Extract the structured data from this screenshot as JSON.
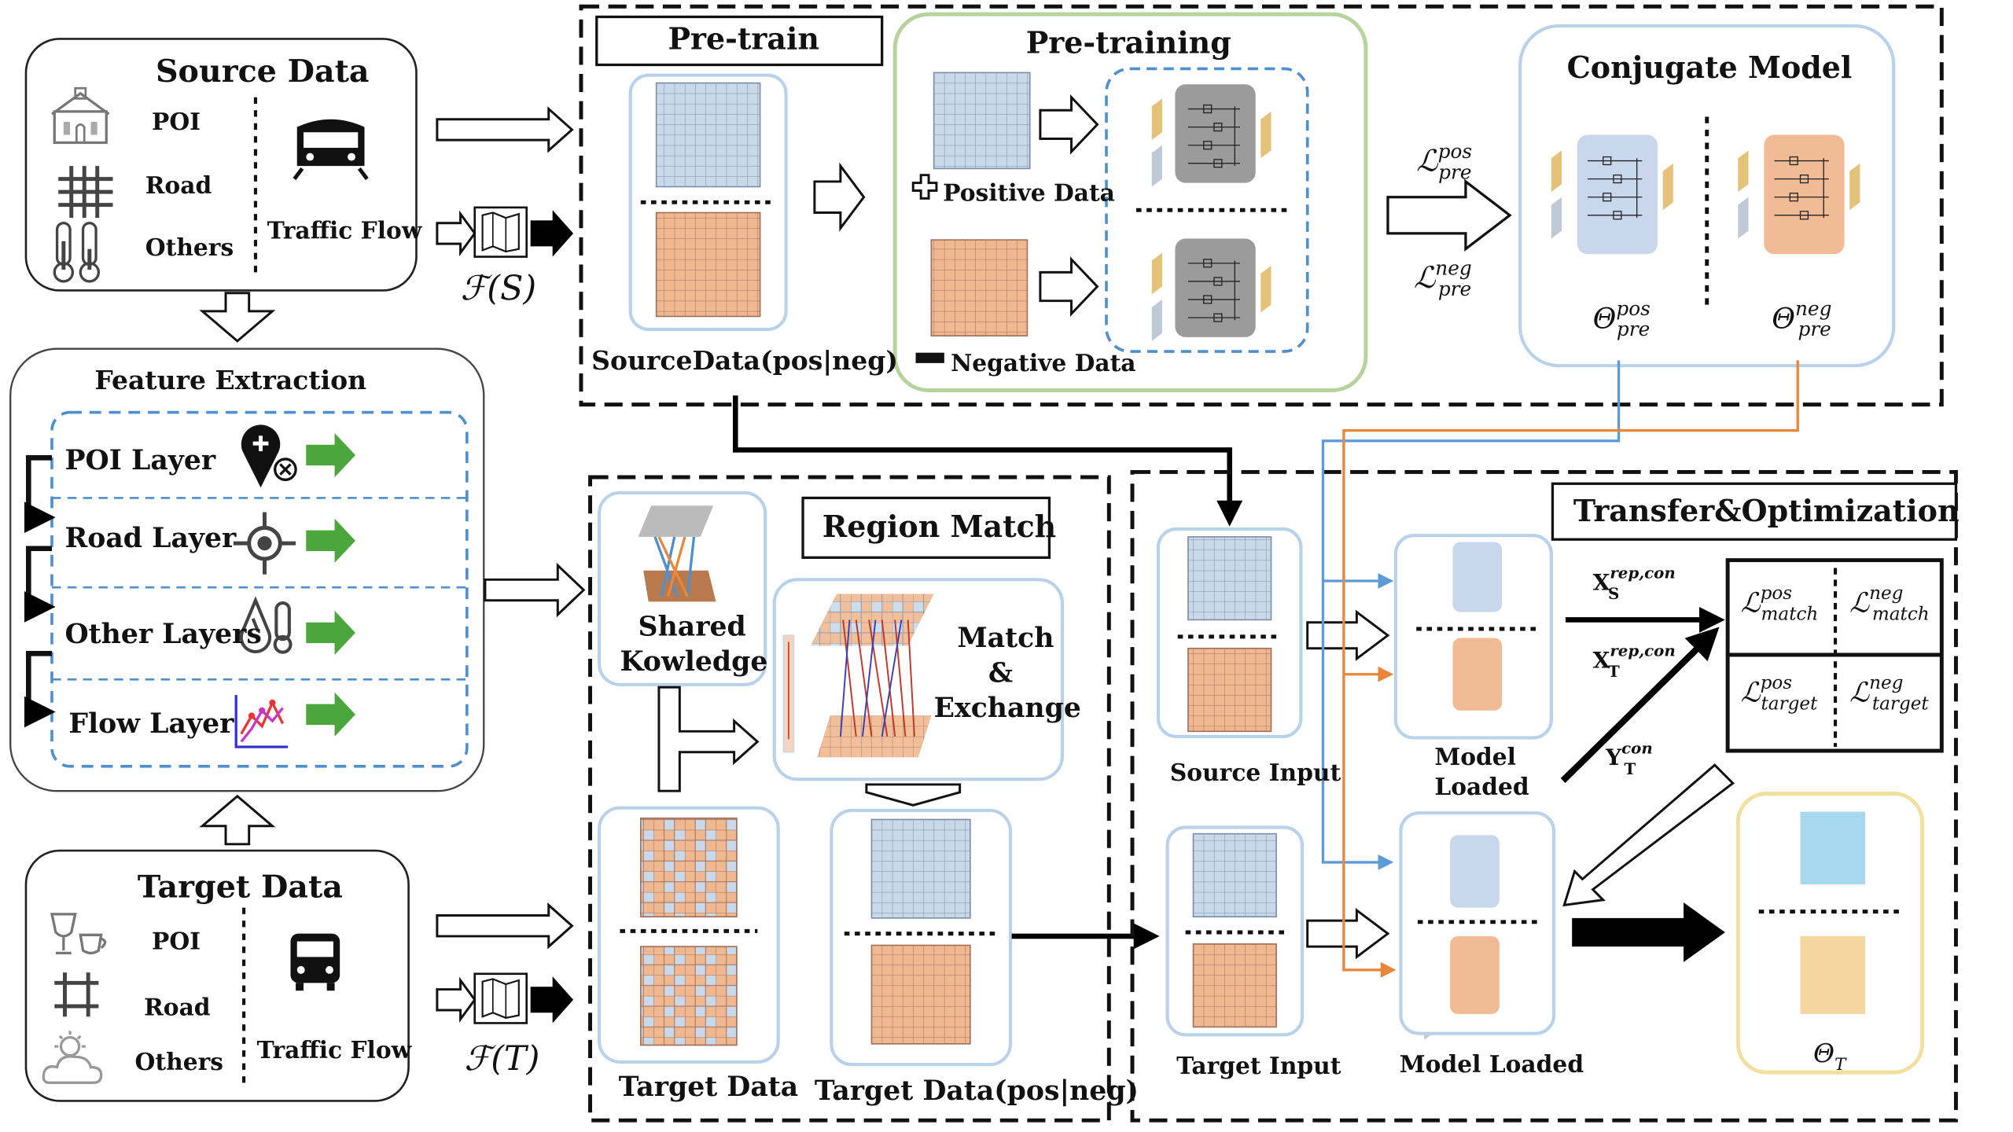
{
  "source": {
    "title": "Source Data",
    "poi": "POI",
    "road": "Road",
    "others": "Others",
    "traffic_flow": "Traffic Flow",
    "fs": "ℱ(S)"
  },
  "target": {
    "title": "Target Data",
    "poi": "POI",
    "road": "Road",
    "others": "Others",
    "traffic_flow": "Traffic Flow",
    "ft": "ℱ(T)"
  },
  "feature_extraction": {
    "title": "Feature Extraction",
    "layers": [
      "POI Layer",
      "Road Layer",
      "Other Layers",
      "Flow Layer"
    ]
  },
  "pretrain": {
    "title": "Pre-train",
    "source_label": "SourceData(pos|neg)",
    "pretraining_title": "Pre-training",
    "positive": "Positive Data",
    "negative": "Negative Data",
    "loss_pos": "ℒ",
    "loss_sup_pos": "pos",
    "loss_sub": "pre",
    "loss_sup_neg": "neg",
    "conjugate_title": "Conjugate Model",
    "theta": "Θ"
  },
  "region_match": {
    "title": "Region Match",
    "shared": "Shared",
    "kowledge": "Kowledge",
    "match": "Match",
    "amp": "&",
    "exchange": "Exchange",
    "target_data": "Target Data",
    "target_posneg": "Target Data(pos|neg)"
  },
  "transfer": {
    "title": "Transfer&Optimization",
    "source_input": "Source Input",
    "target_input": "Target Input",
    "model_loaded_1": "Model",
    "model_loaded_2": "Loaded",
    "model_loaded": "Model Loaded",
    "xs": "X",
    "xs_sub": "S",
    "xt_sub": "T",
    "rep_con": "rep,con",
    "y": "Y",
    "con": "con",
    "match": "match",
    "target": "target",
    "theta_t": "Θ",
    "theta_sub": "T"
  },
  "colors": {
    "blue_grid": "#c9d9ea",
    "orange_grid": "#f0b890",
    "grid_line": "#7d8fa5",
    "light_blue_border": "#b7d2ea",
    "dashed_blue": "#4e8fcf",
    "green_border": "#b5d39a",
    "yellow_border": "#f1e0a0",
    "green_arrow": "#4ba63c",
    "blue_line": "#5d9bd6",
    "orange_line": "#e8863a"
  }
}
